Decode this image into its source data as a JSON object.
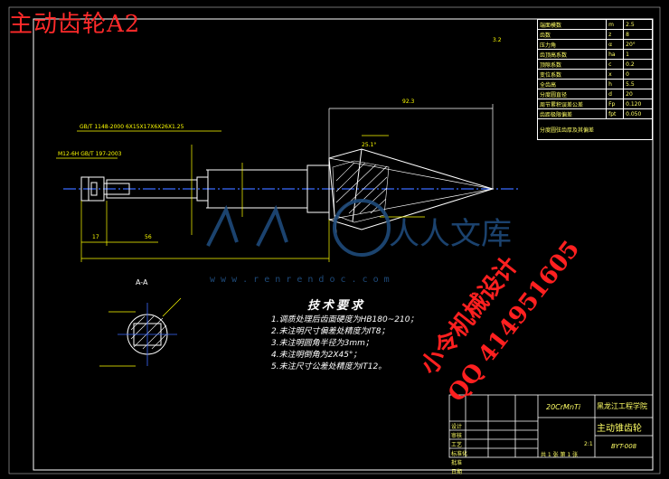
{
  "sheet_title": "主动齿轮A2",
  "section_label": "A-A",
  "tech_requirements": {
    "heading": "技术要求",
    "items": [
      "1.调质处理后齿面硬度为HB180~210；",
      "2.未注明尺寸偏差处精度为IT8；",
      "3.未注明圆角半径为3mm；",
      "4.未注明倒角为2X45°；",
      "5.未注尺寸公差处精度为IT12。"
    ]
  },
  "param_table": {
    "rows": [
      {
        "name": "端面模数",
        "sym": "m",
        "val": "2.5"
      },
      {
        "name": "齿数",
        "sym": "z",
        "val": "8"
      },
      {
        "name": "压力角",
        "sym": "α",
        "val": "20°"
      },
      {
        "name": "齿顶高系数",
        "sym": "ha",
        "val": "1"
      },
      {
        "name": "顶隙系数",
        "sym": "c",
        "val": "0.2"
      },
      {
        "name": "变位系数",
        "sym": "x",
        "val": "0"
      },
      {
        "name": "全齿高",
        "sym": "h",
        "val": "5.5"
      },
      {
        "name": "分度圆直径",
        "sym": "d",
        "val": "20"
      },
      {
        "name": "周节累积误差公差",
        "sym": "Fp",
        "val": "0.120"
      },
      {
        "name": "齿距极限偏差",
        "sym": "fpt",
        "val": "0.050"
      }
    ],
    "last_row": "分度圆弦齿厚及其偏差"
  },
  "title_block": {
    "material": "20CrMnTi",
    "school": "黑龙江工程学院",
    "part_name": "主动锥齿轮",
    "drawing_no": "BYT-008",
    "scale": "2:1",
    "sheet_info": "共 1 张  第 1 张",
    "labels": [
      "设计",
      "审核",
      "工艺",
      "标准化",
      "批准",
      "日期"
    ]
  },
  "watermark": {
    "logo_text": "人人文库",
    "url": "w w w . r e n r e n d o c . c o m",
    "red_line1": "小令机械设计",
    "red_line2": "QQ 414951605"
  },
  "dimensions": {
    "top_overall": "92.3",
    "d1": "17",
    "d2": "56",
    "bearing_note_1": "GB/T 1148-2000  6X15X17X6X26X1.25",
    "bearing_note_2": "M12-6H  GB/T 197-2003",
    "roughness": "3.2",
    "angle": "25.1°"
  },
  "colors": {
    "drawing_line": "#ffffff",
    "dimension": "#ffff00",
    "center_line": "#3b6bff",
    "title_red": "#ff2a2a",
    "watermark_blue": "#1e4a7a"
  }
}
